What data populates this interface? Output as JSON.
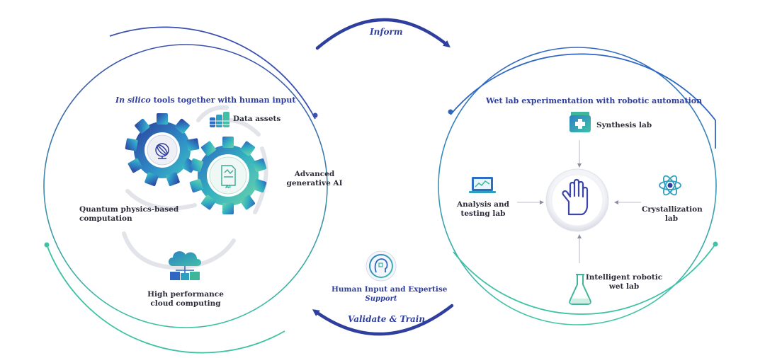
{
  "cycle": {
    "inform_label": "Inform",
    "validate_label": "Validate & Train"
  },
  "left_panel": {
    "title_italic": "In silico",
    "title_rest": " tools together with human input",
    "data_assets": "Data assets",
    "advanced_ai_line1": "Advanced",
    "advanced_ai_line2": "generative AI",
    "gear_ai_text": "AI",
    "quantum_line1": "Quantum physics-based",
    "quantum_line2": "computation",
    "cloud_line1": "High performance",
    "cloud_line2": "cloud computing"
  },
  "center_hub": {
    "title": "Human Input and Expertise",
    "subtitle": "Support"
  },
  "right_panel": {
    "title": "Wet lab experimentation with robotic automation",
    "synthesis": "Synthesis lab",
    "analysis_line1": "Analysis and",
    "analysis_line2": "testing lab",
    "crystallization_line1": "Crystallization",
    "crystallization_line2": "lab",
    "robotic_line1": "Intelligent robotic",
    "robotic_line2": "wet lab"
  },
  "colors": {
    "navy": "#2f3f9e",
    "teal": "#3fb59a",
    "blue": "#2a78c8"
  }
}
